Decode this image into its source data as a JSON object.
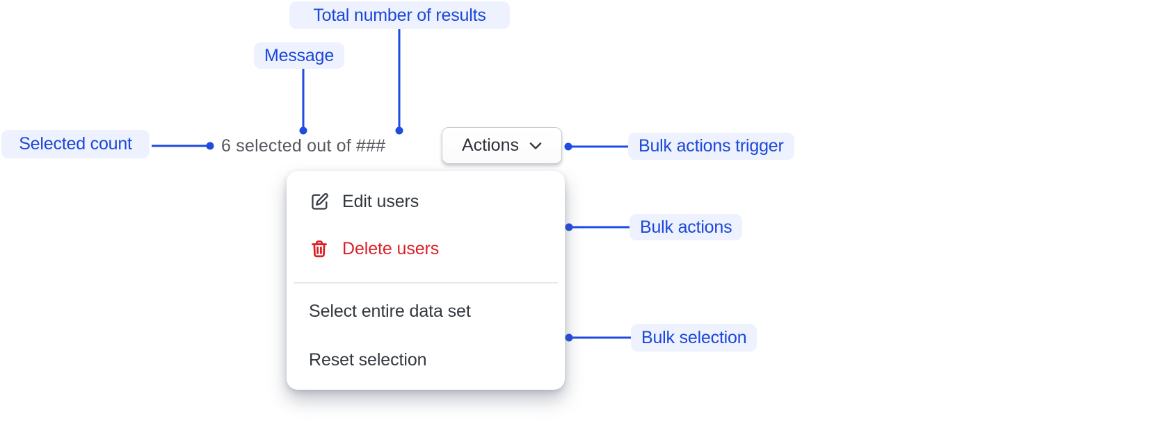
{
  "annotations": {
    "total_results_label": "Total number of results",
    "message_label": "Message",
    "selected_count_label": "Selected count",
    "bulk_actions_trigger_label": "Bulk actions trigger",
    "bulk_actions_label": "Bulk actions",
    "bulk_selection_label": "Bulk selection"
  },
  "toolbar": {
    "selected_count_value": "6",
    "selection_message_text": "selected out of",
    "total_results_placeholder": "###",
    "actions_button_label": "Actions"
  },
  "menu": {
    "items": [
      {
        "label": "Edit users",
        "icon": "edit-icon",
        "danger": false
      },
      {
        "label": "Delete users",
        "icon": "trash-icon",
        "danger": true
      },
      {
        "label": "Select entire data set"
      },
      {
        "label": "Reset selection"
      }
    ]
  },
  "colors": {
    "annotation_text_blue": "#1c47d8",
    "annotation_bg_blue": "#edf2fe",
    "connector_blue": "#1e4be0",
    "danger_red": "#dc1f26",
    "menu_text": "#32373e",
    "muted_message_gray": "#55585e",
    "button_border": "#c8cbd1"
  }
}
